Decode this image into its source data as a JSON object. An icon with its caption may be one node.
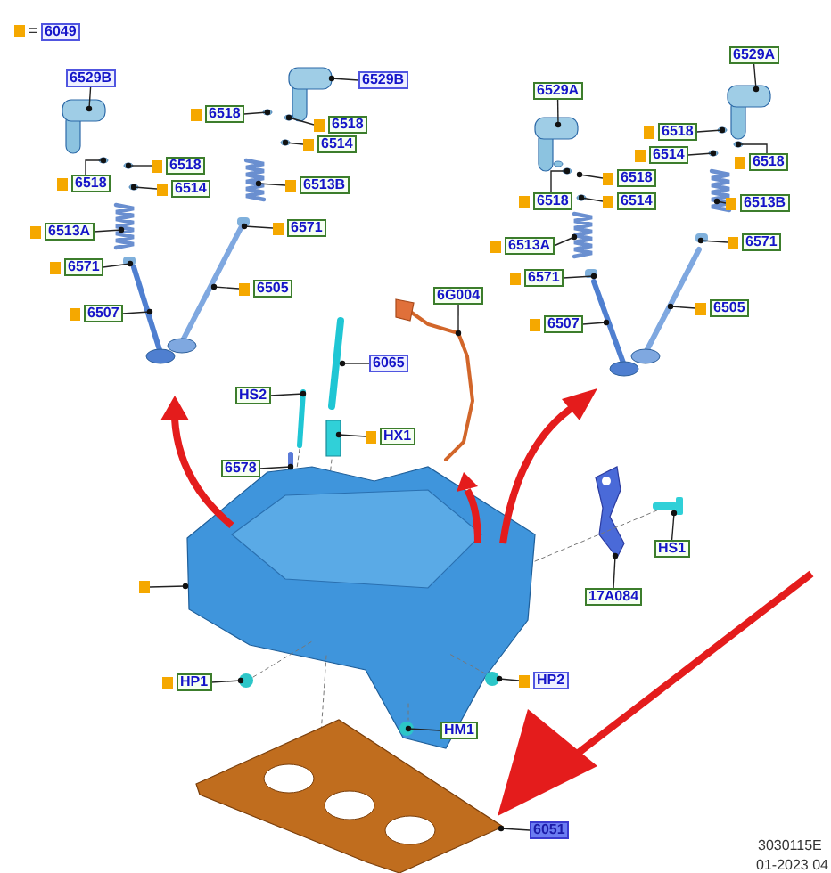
{
  "diagram": {
    "nodes": [
      {
        "text": [
          "6529B"
        ]
      },
      {
        "text": [
          "6529B"
        ]
      },
      {
        "text": [
          "6529A"
        ]
      },
      {
        "text": [
          "6529A"
        ]
      },
      {
        "text": [
          "6518"
        ]
      },
      {
        "text": [
          "6518"
        ]
      },
      {
        "text": [
          "6514"
        ]
      },
      {
        "text": [
          "6518"
        ]
      },
      {
        "text": [
          "6514"
        ]
      },
      {
        "text": [
          "6518"
        ]
      },
      {
        "text": [
          "6518"
        ]
      },
      {
        "text": [
          "6518"
        ]
      },
      {
        "text": [
          "6514"
        ]
      },
      {
        "text": [
          "6518"
        ]
      },
      {
        "text": [
          "6518"
        ]
      },
      {
        "text": [
          "6514"
        ]
      },
      {
        "text": [
          "6513B"
        ]
      },
      {
        "text": [
          "6513B"
        ]
      },
      {
        "text": [
          "6571"
        ]
      },
      {
        "text": [
          "6513A"
        ]
      },
      {
        "text": [
          "6513A"
        ]
      },
      {
        "text": [
          "6571"
        ]
      },
      {
        "text": [
          "6571"
        ]
      },
      {
        "text": [
          "6571"
        ]
      },
      {
        "text": [
          "6505"
        ]
      },
      {
        "text": [
          "6G004"
        ]
      },
      {
        "text": [
          "6505"
        ]
      },
      {
        "text": [
          "6507"
        ]
      },
      {
        "text": [
          "6507"
        ]
      },
      {
        "text": [
          "6065"
        ]
      },
      {
        "text": [
          "HS2"
        ]
      },
      {
        "text": [
          "HX1"
        ]
      },
      {
        "text": [
          "6578"
        ]
      },
      {
        "text": [
          "HS1"
        ]
      },
      {
        "text": [],
        "shape": "box"
      },
      {
        "text": [
          "17A084"
        ]
      },
      {
        "text": [
          "HP1"
        ]
      },
      {
        "text": [
          "HP2"
        ]
      },
      {
        "text": [
          "HM1"
        ]
      },
      {
        "text": [
          "6051"
        ]
      },
      {
        "text": [
          "6049"
        ]
      }
    ],
    "edges": [
      {
        "from": 0,
        "to": null,
        "arrow": "other"
      },
      {
        "from": 1,
        "to": null,
        "arrow": "other"
      },
      {
        "from": 2,
        "to": null,
        "arrow": "other"
      },
      {
        "from": 3,
        "to": null,
        "arrow": "other"
      },
      {
        "from": 4,
        "to": null,
        "arrow": "other"
      },
      {
        "from": 5,
        "to": null,
        "arrow": "other"
      },
      {
        "from": 6,
        "to": null,
        "arrow": "other"
      },
      {
        "from": 7,
        "to": null,
        "arrow": "other"
      },
      {
        "from": 8,
        "to": null,
        "arrow": "other"
      },
      {
        "from": 9,
        "to": null,
        "arrow": "other"
      },
      {
        "from": 10,
        "to": null,
        "arrow": "other"
      },
      {
        "from": 11,
        "to": null,
        "arrow": "other"
      },
      {
        "from": 12,
        "to": null,
        "arrow": "other"
      },
      {
        "from": 13,
        "to": null,
        "arrow": "other"
      },
      {
        "from": 14,
        "to": null,
        "arrow": "other"
      },
      {
        "from": 15,
        "to": null,
        "arrow": "other"
      },
      {
        "from": 16,
        "to": null,
        "arrow": "other"
      },
      {
        "from": 17,
        "to": null,
        "arrow": "other"
      },
      {
        "from": 18,
        "to": null,
        "arrow": "other"
      },
      {
        "from": 19,
        "to": null,
        "arrow": "other"
      },
      {
        "from": 20,
        "to": null,
        "arrow": "other"
      },
      {
        "from": 21,
        "to": null,
        "arrow": "other"
      },
      {
        "from": 22,
        "to": null,
        "arrow": "other"
      },
      {
        "from": 23,
        "to": null,
        "arrow": "other"
      },
      {
        "from": 24,
        "to": null,
        "arrow": "other"
      },
      {
        "from": 25,
        "to": null,
        "arrow": "other"
      },
      {
        "from": 26,
        "to": null,
        "arrow": "other"
      },
      {
        "from": 27,
        "to": null,
        "arrow": "other"
      },
      {
        "from": 28,
        "to": null,
        "arrow": "other"
      },
      {
        "from": 29,
        "to": null,
        "arrow": "other"
      },
      {
        "from": 30,
        "to": null,
        "arrow": "other"
      },
      {
        "from": 31,
        "to": null,
        "arrow": "other"
      },
      {
        "from": 32,
        "to": null,
        "arrow": "other"
      },
      {
        "from": 33,
        "to": null,
        "arrow": "other"
      },
      {
        "from": 34,
        "to": null,
        "arrow": "other"
      },
      {
        "from": 35,
        "to": null,
        "arrow": "other"
      },
      {
        "from": 36,
        "to": null,
        "arrow": "other"
      },
      {
        "from": 37,
        "to": null,
        "arrow": "other"
      },
      {
        "from": 38,
        "to": null,
        "arrow": "other"
      },
      {
        "from": 39,
        "to": null,
        "arrow": "other"
      }
    ],
    "labels": [
      "=",
      "3030115E",
      "01-2023 04"
    ]
  }
}
